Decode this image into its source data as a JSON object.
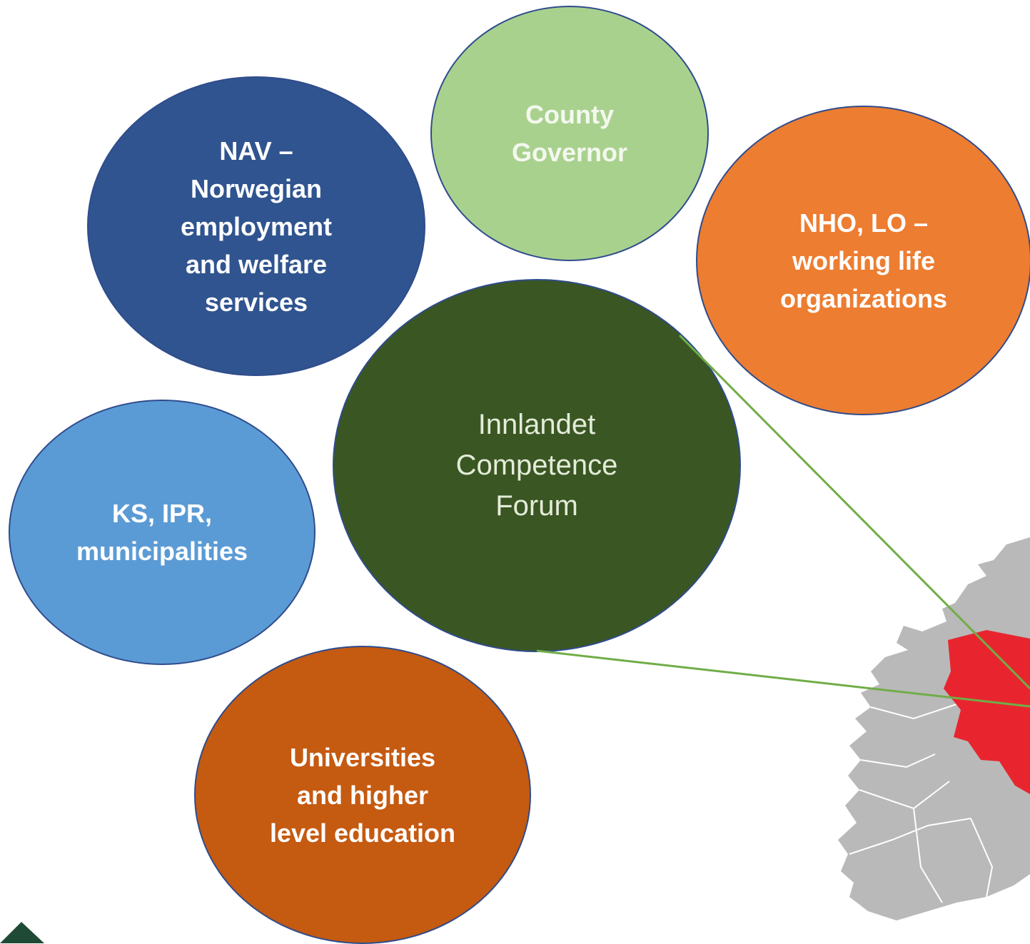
{
  "colors": {
    "nav": "#30548f",
    "county": "#a9d18e",
    "nho": "#ed7d31",
    "ks": "#5b9bd5",
    "center": "#3a5623",
    "univ": "#c55a11",
    "outline": "#2f4c8c",
    "connector": "#70ad47",
    "map_region": "#e8252f",
    "map_land": "#b9b9b9",
    "logo": "#1f4a36"
  },
  "bubbles": {
    "nav": "NAV –\nNorwegian\nemployment\nand welfare\nservices",
    "county": "County\nGovernor",
    "nho": "NHO, LO –\nworking life\norganizations",
    "ks": "KS, IPR,\nmunicipalities",
    "center": "Innlandet\nCompetence\nForum",
    "univ": "Universities\nand higher\nlevel education"
  }
}
